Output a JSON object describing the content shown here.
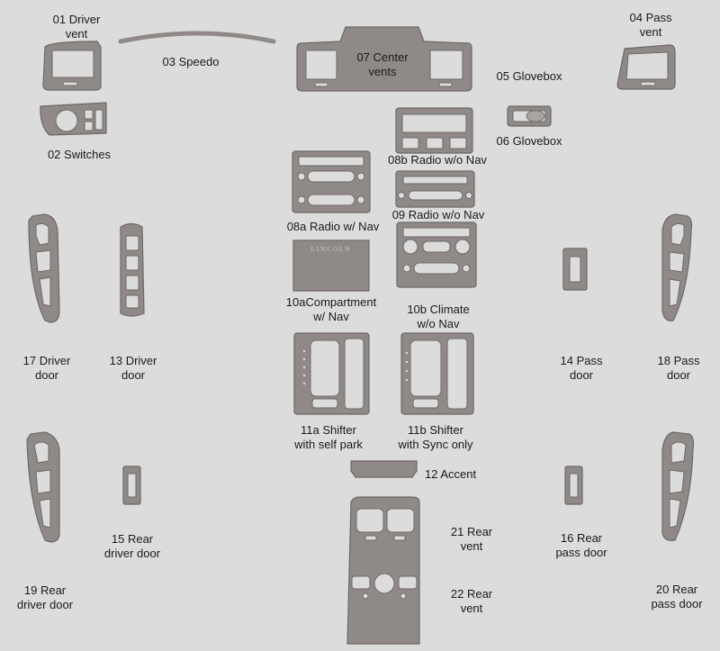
{
  "colors": {
    "background": "#dcdcdc",
    "piece_fill": "#8f8a87",
    "piece_stroke": "#6d6866",
    "cutout": "#dcdcdc"
  },
  "brand_text": "LINCOLN",
  "labels": {
    "p01": [
      "01 Driver",
      "vent"
    ],
    "p02": [
      "02 Switches"
    ],
    "p03": [
      "03 Speedo"
    ],
    "p04": [
      "04 Pass",
      "vent"
    ],
    "p05": [
      "05 Glovebox"
    ],
    "p06": [
      "06 Glovebox"
    ],
    "p07": [
      "07 Center",
      "vents"
    ],
    "p08b": [
      "08b Radio w/o Nav"
    ],
    "p08a": [
      "08a Radio w/ Nav"
    ],
    "p09": [
      "09 Radio w/o Nav"
    ],
    "p10a": [
      "10aCompartment",
      "w/ Nav"
    ],
    "p10b": [
      "10b Climate",
      "w/o Nav"
    ],
    "p11a": [
      "11a Shifter",
      "with self park"
    ],
    "p11b": [
      "11b Shifter",
      "with Sync only"
    ],
    "p12": [
      "12 Accent"
    ],
    "p13": [
      "13 Driver",
      "door"
    ],
    "p14": [
      "14 Pass",
      "door"
    ],
    "p15": [
      "15 Rear",
      "driver door"
    ],
    "p16": [
      "16 Rear",
      "pass door"
    ],
    "p17": [
      "17 Driver",
      "door"
    ],
    "p18": [
      "18 Pass",
      "door"
    ],
    "p19": [
      "19 Rear",
      "driver door"
    ],
    "p20": [
      "20 Rear",
      "pass door"
    ],
    "p21": [
      "21 Rear",
      "vent"
    ],
    "p22": [
      "22 Rear",
      "vent"
    ]
  }
}
